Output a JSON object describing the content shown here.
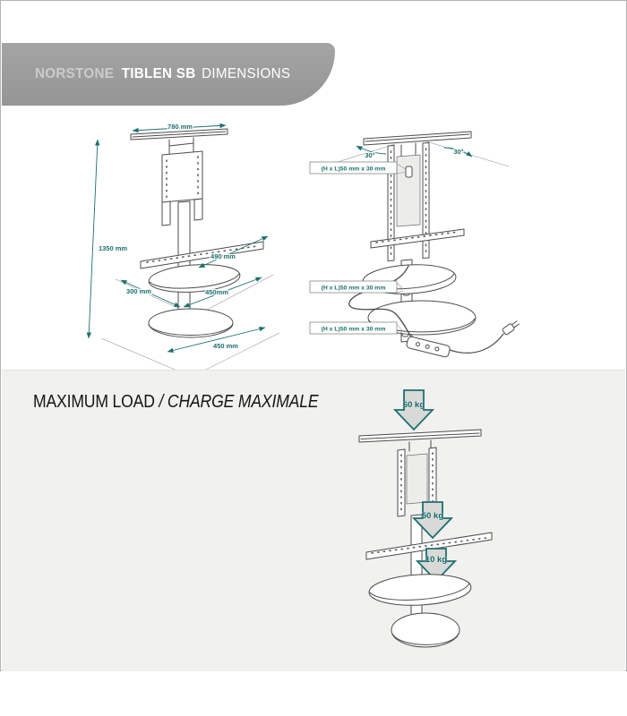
{
  "header": {
    "brand": "NORSTONE",
    "model": "TIBLEN SB",
    "section": "DIMENSIONS"
  },
  "front_view": {
    "top_width": "780 mm",
    "total_height": "1350 mm",
    "soundbar_bracket_width": "490 mm",
    "shelf_depth": "300 mm",
    "shelf_width": "450mm",
    "base_diameter": "450 mm"
  },
  "rear_view": {
    "tilt_left": "30°",
    "tilt_right": "30°",
    "cable_slots": [
      "(H x L)50 mm x 30 mm",
      "(H x L)50 mm x 30 mm",
      "(H x L)50 mm x 30 mm"
    ]
  },
  "max_load": {
    "title_en": "MAXIMUM LOAD",
    "separator": "/",
    "title_fr": "CHARGE MAXIMALE",
    "tv_plate": "60 kg",
    "soundbar": "50 kg",
    "shelf": "10 kg"
  },
  "colors": {
    "banner_gray": "#9b9b9b",
    "accent_teal": "#1e6f6f",
    "section_bg": "#f1f1ef",
    "arrow_fill": "#d9d9d8"
  }
}
